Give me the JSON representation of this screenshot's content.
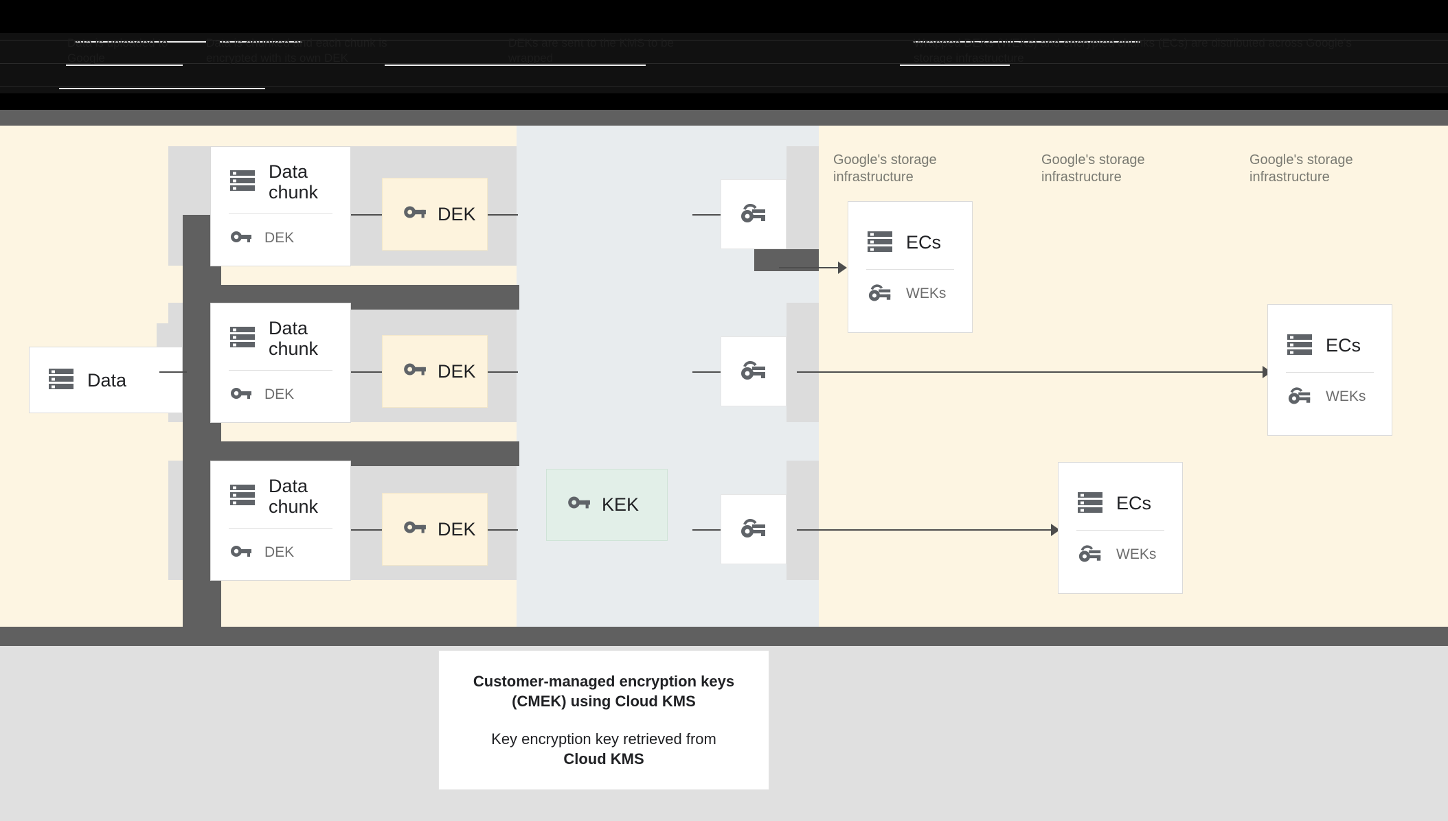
{
  "banner": {
    "col1": "Data is uploaded to Google",
    "col2": "Data is chunked and each chunk is encrypted with its own DEK",
    "col3": "DEKs are sent to the KMS to be wrapped",
    "col4": "Wrapped DEKs (WEKs) and encrypted chunks (ECs) are distributed across Google's storage infrastructure"
  },
  "diagram": {
    "source_card": {
      "title": "Data",
      "icon": "server-stack-icon"
    },
    "chunks": [
      {
        "title": "Data chunk",
        "key_label": "DEK",
        "icon": "server-stack-icon",
        "key_icon": "key-icon"
      },
      {
        "title": "Data chunk",
        "key_label": "DEK",
        "icon": "server-stack-icon",
        "key_icon": "key-icon"
      },
      {
        "title": "Data chunk",
        "key_label": "DEK",
        "icon": "server-stack-icon",
        "key_icon": "key-icon"
      }
    ],
    "deks": [
      {
        "label": "DEK",
        "icon": "key-icon"
      },
      {
        "label": "DEK",
        "icon": "key-icon"
      },
      {
        "label": "DEK",
        "icon": "key-icon"
      }
    ],
    "kek": {
      "label": "KEK",
      "icon": "key-icon"
    },
    "wrapped_keys": [
      {
        "icon": "wrapped-key-icon"
      },
      {
        "icon": "wrapped-key-icon"
      },
      {
        "icon": "wrapped-key-icon"
      }
    ],
    "infra_labels": [
      "Google's storage infrastructure",
      "Google's storage infrastructure",
      "Google's storage infrastructure"
    ],
    "ec_cards": [
      {
        "title": "ECs",
        "key_label": "WEKs",
        "icon": "server-stack-icon",
        "key_icon": "wrapped-key-icon"
      },
      {
        "title": "ECs",
        "key_label": "WEKs",
        "icon": "server-stack-icon",
        "key_icon": "wrapped-key-icon"
      },
      {
        "title": "ECs",
        "key_label": "WEKs",
        "icon": "server-stack-icon",
        "key_icon": "wrapped-key-icon"
      }
    ]
  },
  "caption": {
    "line1": "Customer-managed encryption keys",
    "line2": "(CMEK) using Cloud KMS",
    "line3": "Key encryption key retrieved from",
    "line4": "Cloud KMS"
  },
  "colors": {
    "cream": "#fdf5e2",
    "center_column": "#e8ecee",
    "gray_band": "#dcdcdc",
    "dark_bar": "#606060",
    "dek_fill": "#fdf3dd",
    "kek_fill": "#e2efe8",
    "card_white": "#ffffff",
    "bottom_area": "#e0e0e0"
  }
}
